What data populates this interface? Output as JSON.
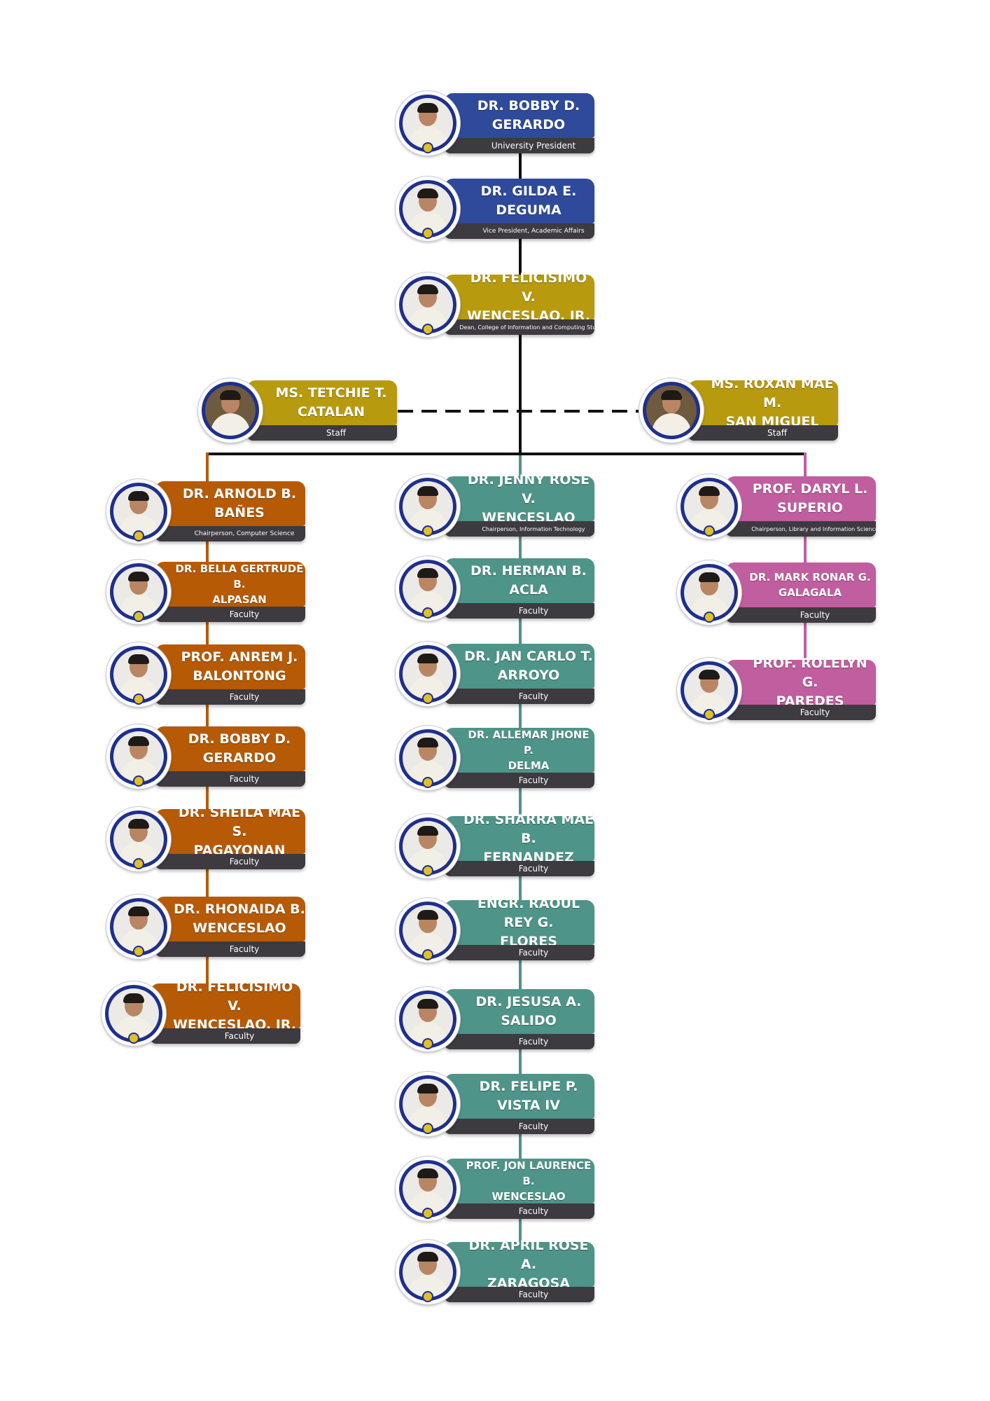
{
  "colors": {
    "admin": "#2f4a9a",
    "dean": "#b89a0e",
    "cs": "#b65a06",
    "it": "#4e9488",
    "lis": "#c05e9f",
    "title_bar": "#3d3a40",
    "line": "#111111"
  },
  "people": {
    "president": {
      "name_line1": "DR. BOBBY D.",
      "name_line2": "GERARDO",
      "title": "University President"
    },
    "vp": {
      "name_line1": "DR. GILDA E.",
      "name_line2": "DEGUMA",
      "title": "Vice President, Academic Affairs"
    },
    "dean": {
      "name_line1": "DR. FELICISIMO V.",
      "name_line2": "WENCESLAO, JR.",
      "title": "Dean, College of Information and Computing Studies"
    },
    "staff_left": {
      "name_line1": "MS. TETCHIE T.",
      "name_line2": "CATALAN",
      "title": "Staff"
    },
    "staff_right": {
      "name_line1": "MS. ROXAN MAE M.",
      "name_line2": "SAN MIGUEL",
      "title": "Staff"
    },
    "cs_chair": {
      "name_line1": "DR. ARNOLD B.",
      "name_line2": "BAÑES",
      "title": "Chairperson, Computer Science"
    },
    "cs1": {
      "name_line1": "DR. BELLA GERTRUDE  B.",
      "name_line2": "ALPASAN",
      "title": "Faculty"
    },
    "cs2": {
      "name_line1": "PROF. ANREM J.",
      "name_line2": "BALONTONG",
      "title": "Faculty"
    },
    "cs3": {
      "name_line1": "DR. BOBBY D.",
      "name_line2": "GERARDO",
      "title": "Faculty"
    },
    "cs4": {
      "name_line1": "DR. SHEILA  MAE S.",
      "name_line2": "PAGAYONAN",
      "title": "Faculty"
    },
    "cs5": {
      "name_line1": "DR. RHONAIDA B.",
      "name_line2": "WENCESLAO",
      "title": "Faculty"
    },
    "cs6": {
      "name_line1": "DR. FELICISIMO V.",
      "name_line2": "WENCESLAO, JR.",
      "title": "Faculty"
    },
    "it_chair": {
      "name_line1": "DR. JENNY ROSE V.",
      "name_line2": "WENCESLAO",
      "title": "Chairperson, Information Technology"
    },
    "it1": {
      "name_line1": "DR. HERMAN B.",
      "name_line2": "ACLA",
      "title": "Faculty"
    },
    "it2": {
      "name_line1": "DR. JAN CARLO T.",
      "name_line2": "ARROYO",
      "title": "Faculty"
    },
    "it3": {
      "name_line1": "DR. ALLEMAR JHONE P.",
      "name_line2": "DELMA",
      "title": "Faculty"
    },
    "it4": {
      "name_line1": "DR. SHARRA MAE B.",
      "name_line2": "FERNANDEZ",
      "title": "Faculty"
    },
    "it5": {
      "name_line1": "ENGR. RAOUL REY G.",
      "name_line2": "FLORES",
      "title": "Faculty"
    },
    "it6": {
      "name_line1": "DR. JESUSA A.",
      "name_line2": "SALIDO",
      "title": "Faculty"
    },
    "it7": {
      "name_line1": "DR. FELIPE P.",
      "name_line2": "VISTA IV",
      "title": "Faculty"
    },
    "it8": {
      "name_line1": "PROF. JON LAURENCE B.",
      "name_line2": "WENCESLAO",
      "title": "Faculty"
    },
    "it9": {
      "name_line1": "DR. APRIL ROSE A.",
      "name_line2": "ZARAGOSA",
      "title": "Faculty"
    },
    "lis_chair": {
      "name_line1": "PROF. DARYL L.",
      "name_line2": "SUPERIO",
      "title": "Chairperson, Library and  Information Science"
    },
    "lis1": {
      "name_line1": "DR. MARK RONAR  G.",
      "name_line2": "GALAGALA",
      "title": "Faculty"
    },
    "lis2": {
      "name_line1": "PROF. ROLELYN G.",
      "name_line2": "PAREDES",
      "title": "Faculty"
    }
  }
}
